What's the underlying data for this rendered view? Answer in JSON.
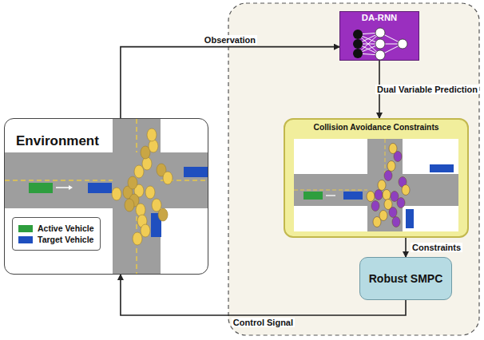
{
  "diagram": {
    "nodes": [
      {
        "text": [
          "Environment"
        ]
      },
      {
        "text": [
          "DA-RNN"
        ]
      },
      {
        "text": [
          "Collision Avoidance Constraints"
        ]
      },
      {
        "text": [
          "Robust SMPC"
        ]
      }
    ],
    "edges": [
      {
        "from": 0,
        "to": 1,
        "label": "Observation",
        "arrow": "to"
      },
      {
        "from": 1,
        "to": 2,
        "label": "Dual Variable Prediction",
        "arrow": "to"
      },
      {
        "from": 2,
        "to": 3,
        "label": "Constraints",
        "arrow": "to"
      },
      {
        "from": 3,
        "to": 0,
        "label": "Control Signal",
        "arrow": "to"
      }
    ],
    "legend": [
      {
        "text": "Active Vehicle",
        "color": "#2e9e3e"
      },
      {
        "text": "Target Vehicle",
        "color": "#1f4fbf"
      }
    ]
  }
}
